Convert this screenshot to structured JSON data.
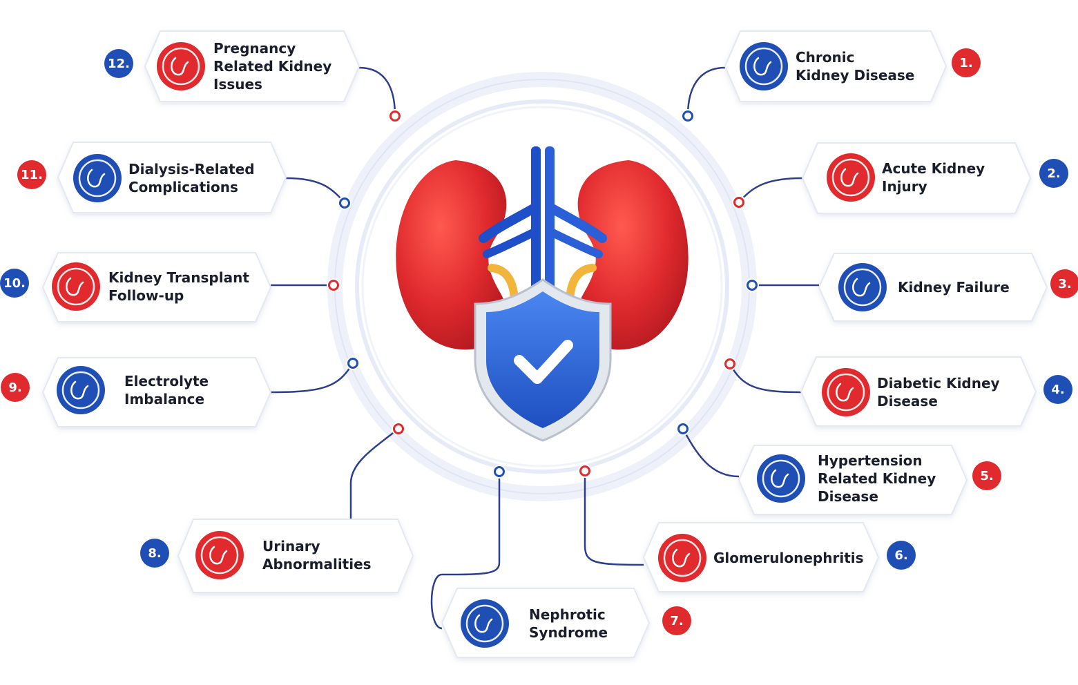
{
  "colors": {
    "red": "#e02a2e",
    "blue": "#1f4fb5",
    "line": "#2c3e8c",
    "card_border": "#e4e8f2"
  },
  "center": {
    "icon": "kidneys-shield-icon"
  },
  "items": [
    {
      "number": "1.",
      "lines": [
        "Chronic",
        "Kidney Disease"
      ],
      "icon": "kidney-scan-icon",
      "color": "blue"
    },
    {
      "number": "2.",
      "lines": [
        "Acute Kidney",
        "Injury"
      ],
      "icon": "hospital-bed-icon",
      "color": "red"
    },
    {
      "number": "3.",
      "lines": [
        "Kidney Failure"
      ],
      "icon": "kidneys-icon",
      "color": "blue"
    },
    {
      "number": "4.",
      "lines": [
        "Diabetic Kidney",
        "Disease"
      ],
      "icon": "glucose-meter-icon",
      "color": "red"
    },
    {
      "number": "5.",
      "lines": [
        "Hypertension",
        "Related Kidney",
        "Disease"
      ],
      "icon": "blood-pressure-heart-icon",
      "color": "blue"
    },
    {
      "number": "6.",
      "lines": [
        "Glomerulonephritis"
      ],
      "icon": "inflamed-kidneys-icon",
      "color": "red"
    },
    {
      "number": "7.",
      "lines": [
        "Nephrotic",
        "Syndrome"
      ],
      "icon": "kidney-pain-icon",
      "color": "blue"
    },
    {
      "number": "8.",
      "lines": [
        "Urinary",
        "Abnormalities"
      ],
      "icon": "urinary-tract-icon",
      "color": "red"
    },
    {
      "number": "9.",
      "lines": [
        "Electrolyte",
        "Imbalance"
      ],
      "icon": "electrolyte-icon",
      "color": "blue"
    },
    {
      "number": "10.",
      "lines": [
        "Kidney Transplant",
        "Follow-up"
      ],
      "icon": "kidney-transplant-icon",
      "color": "red"
    },
    {
      "number": "11.",
      "lines": [
        "Dialysis-Related",
        "Complications"
      ],
      "icon": "dialysis-machine-icon",
      "color": "blue"
    },
    {
      "number": "12.",
      "lines": [
        "Pregnancy",
        "Related Kidney",
        "Issues"
      ],
      "icon": "pregnancy-icon",
      "color": "red"
    }
  ]
}
